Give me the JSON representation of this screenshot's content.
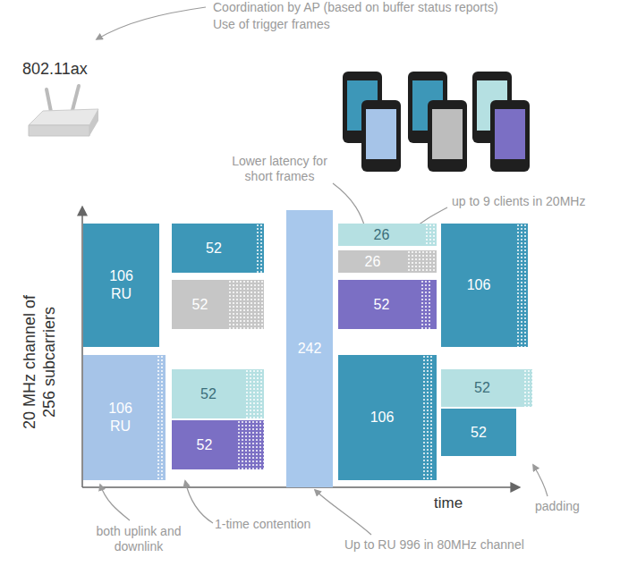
{
  "diagram": {
    "nodes": [
      {
        "text": [
          "106 RU"
        ]
      },
      {
        "text": [
          "106 RU"
        ]
      },
      {
        "text": [
          "52"
        ]
      },
      {
        "text": [
          "52"
        ]
      },
      {
        "text": [
          "52"
        ]
      },
      {
        "text": [
          "52"
        ]
      },
      {
        "text": [
          "242"
        ]
      },
      {
        "text": [
          "26"
        ]
      },
      {
        "text": [
          "26"
        ]
      },
      {
        "text": [
          "52"
        ]
      },
      {
        "text": [
          "106"
        ]
      },
      {
        "text": [
          "106"
        ]
      },
      {
        "text": [
          "52"
        ]
      },
      {
        "text": [
          "52"
        ]
      }
    ],
    "edges": [],
    "labels": [
      "Coordination by AP (based on buffer status reports)",
      "Use of trigger frames",
      "802.11ax",
      "Lower latency for short frames",
      "up to 9 clients in 20MHz",
      "20 MHz channel of 256 subcarriers",
      "time",
      "padding",
      "both uplink and downlink",
      "1-time contention",
      "Up to RU 996 in 80MHz channel"
    ]
  }
}
